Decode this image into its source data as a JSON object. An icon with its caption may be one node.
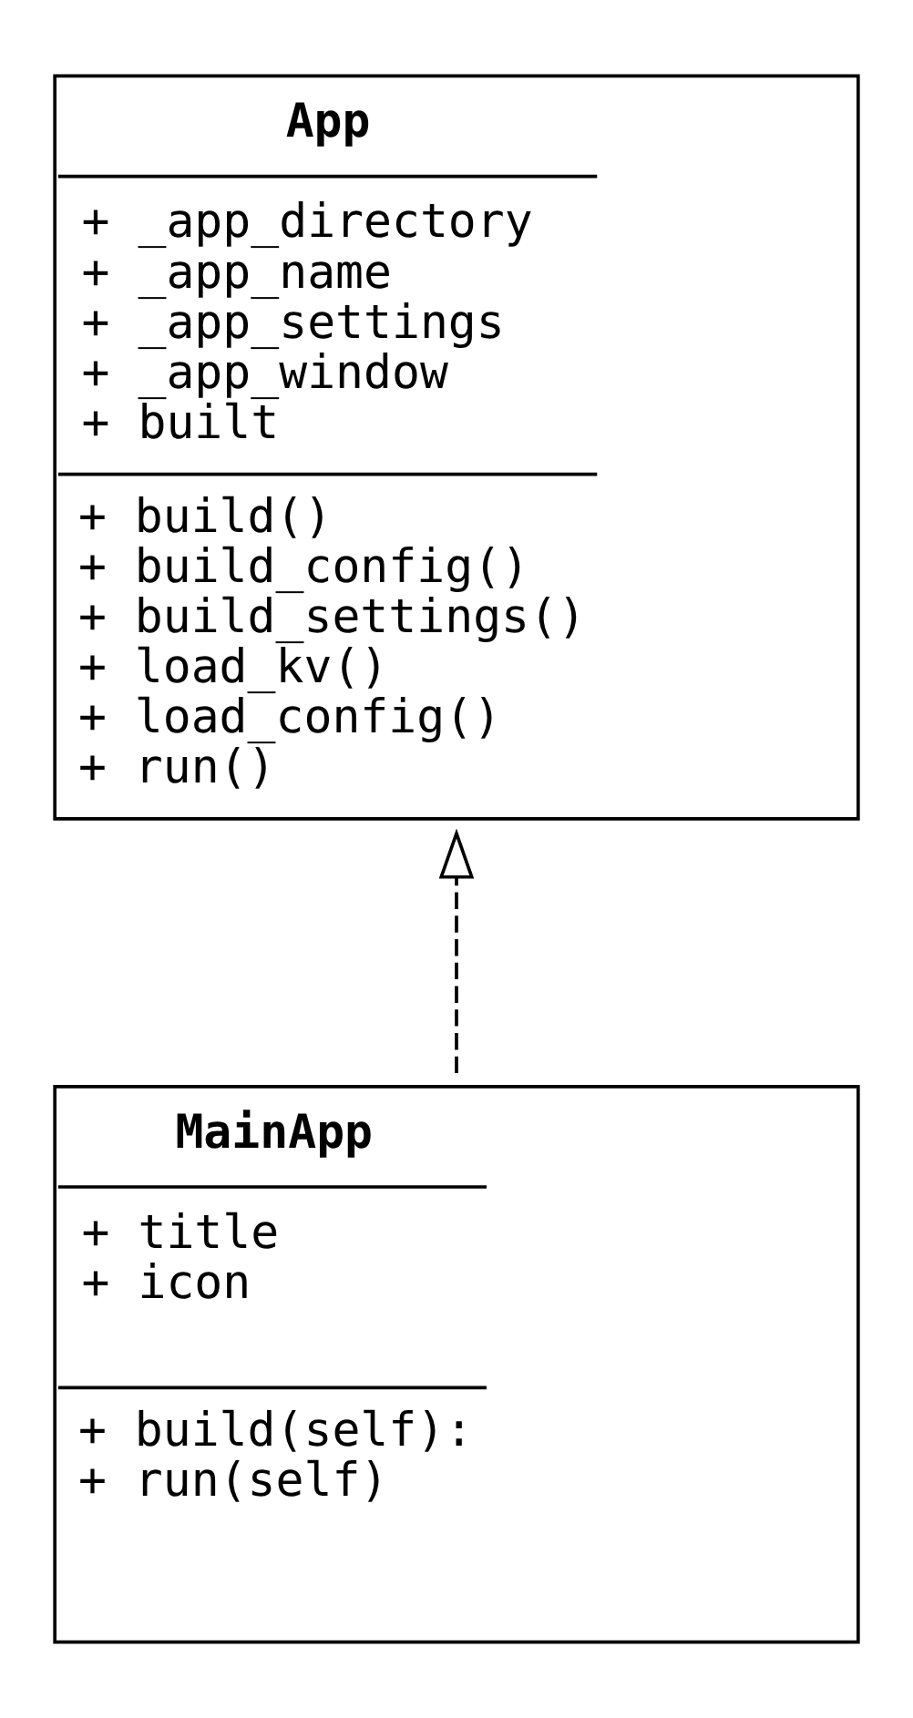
{
  "diagram": {
    "nodes": [
      {
        "text": [
          "App",
          "+ _app_directory",
          "+ _app_name",
          "+ _app_settings",
          "+ _app_window",
          "+ built",
          "+ build()",
          "+ build_config()",
          "+ build_settings()",
          "+ load_kv()",
          "+ load_config()",
          "+ run()"
        ]
      },
      {
        "text": [
          "MainApp",
          "+ title",
          "+ icon",
          "+ build(self):",
          "+ run(self)"
        ]
      }
    ],
    "edges": [
      {
        "from": 1,
        "to": 0,
        "arrow": "to",
        "style": "dashed"
      }
    ]
  }
}
